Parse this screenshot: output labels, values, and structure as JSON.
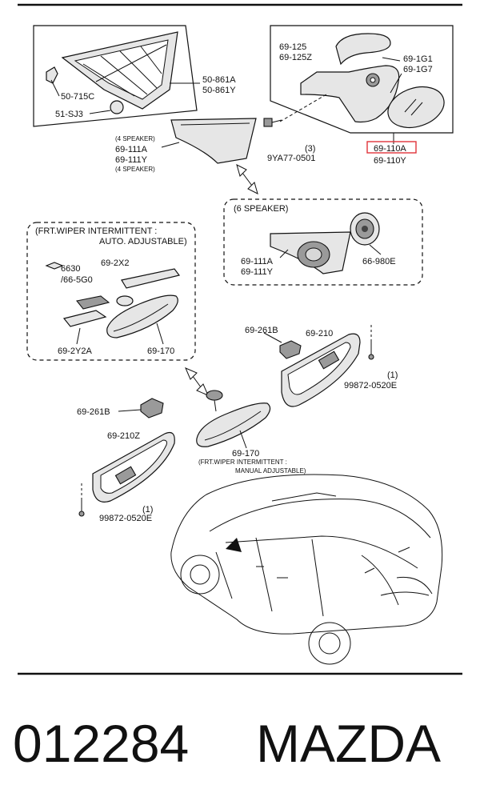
{
  "labels": {
    "p50_861a": "50-861A",
    "p50_861y": "50-861Y",
    "p50_715c": "50-715C",
    "p51_sj3": "51-SJ3",
    "p69_125": "69-125",
    "p69_125z": "69-125Z",
    "p69_1g1": "69-1G1",
    "p69_1g7": "69-1G7",
    "p9ya77": "9YA77-0501",
    "qty3": "(3)",
    "p69_110a": "69-110A",
    "p69_110y": "69-110Y",
    "speaker4a": "(4 SPEAKER)",
    "p69_111a_top": "69-111A",
    "p69_111y_top": "69-111Y",
    "speaker4b": "(4 SPEAKER)",
    "speaker6": "(6 SPEAKER)",
    "p69_111a_mid": "69-111A",
    "p69_111y_mid": "69-111Y",
    "p66_980e": "66-980E",
    "auto_line1": "(FRT.WIPER INTERMITTENT :",
    "auto_line2": "AUTO. ADJUSTABLE)",
    "p6630": "6630",
    "p66_5g0": "/66-5G0",
    "p69_2x2": "69-2X2",
    "p69_2y2a": "69-2Y2A",
    "p69_170_auto": "69-170",
    "p69_261b_r": "69-261B",
    "p69_210": "69-210",
    "qty1_r": "(1)",
    "p99872_r": "99872-0520E",
    "p69_261b_l": "69-261B",
    "p69_210z": "69-210Z",
    "qty1_l": "(1)",
    "p99872_l": "99872-0520E",
    "p69_170_man": "69-170",
    "manual_line1": "(FRT.WIPER INTERMITTENT :",
    "manual_line2": "MANUAL ADJUSTABLE)",
    "footer_code": "012284",
    "footer_brand": "MAZDA"
  },
  "colors": {
    "ink": "#111111",
    "highlight": "#e0343a"
  }
}
